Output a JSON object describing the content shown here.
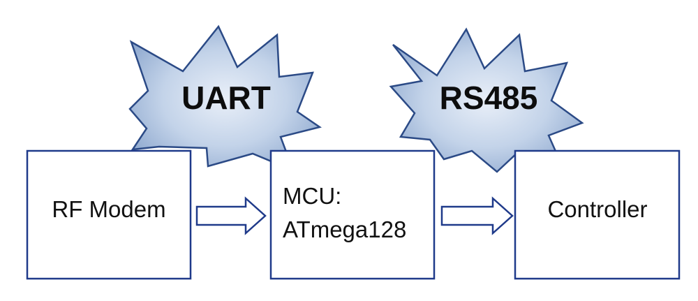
{
  "blocks": {
    "rf_modem": "RF Modem",
    "mcu_line1": "MCU:",
    "mcu_line2": "ATmega128",
    "controller": "Controller"
  },
  "interfaces": {
    "left": "UART",
    "right": "RS485"
  },
  "colors": {
    "box_border": "#1f3a8a",
    "burst_fill_light": "#dde7f4",
    "burst_fill_dark": "#93aed2",
    "burst_stroke": "#2b4a86",
    "arrow_stroke": "#1f3a8a"
  }
}
